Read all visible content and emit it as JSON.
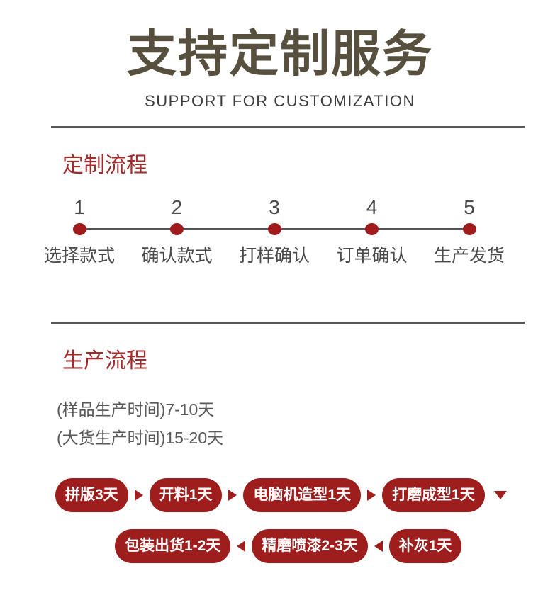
{
  "header": {
    "title": "支持定制服务",
    "subtitle": "SUPPORT FOR CUSTOMIZATION"
  },
  "colors": {
    "title_brown": "#57503E",
    "heading_red": "#A32B2B",
    "pill_red": "#9E1E1E",
    "dot_red": "#A01C1C",
    "text_gray": "#4A4A4A",
    "divider_gray": "#58585A"
  },
  "custom_process": {
    "heading": "定制流程",
    "steps": [
      {
        "num": "1",
        "label": "选择款式"
      },
      {
        "num": "2",
        "label": "确认款式"
      },
      {
        "num": "3",
        "label": "打样确认"
      },
      {
        "num": "4",
        "label": "订单确认"
      },
      {
        "num": "5",
        "label": "生产发货"
      }
    ]
  },
  "production_process": {
    "heading": "生产流程",
    "notes": [
      "(样品生产时间)7-10天",
      "(大货生产时间)15-20天"
    ],
    "flow_row1": [
      "拼版3天",
      "开料1天",
      "电脑机造型1天",
      "打磨成型1天"
    ],
    "flow_row2": [
      "包装出货1-2天",
      "精磨喷漆2-3天",
      "补灰1天"
    ]
  }
}
